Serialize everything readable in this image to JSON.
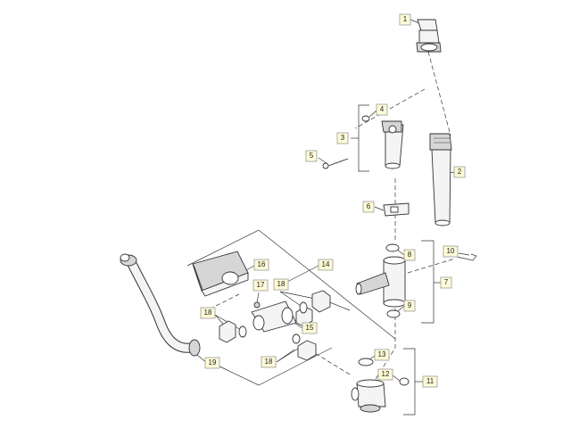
{
  "diagram": {
    "callouts": [
      {
        "id": "c1",
        "label": "1"
      },
      {
        "id": "c2",
        "label": "2"
      },
      {
        "id": "c3",
        "label": "3"
      },
      {
        "id": "c4",
        "label": "4"
      },
      {
        "id": "c5",
        "label": "5"
      },
      {
        "id": "c6",
        "label": "6"
      },
      {
        "id": "c7",
        "label": "7"
      },
      {
        "id": "c8",
        "label": "8"
      },
      {
        "id": "c9",
        "label": "9"
      },
      {
        "id": "c10",
        "label": "10"
      },
      {
        "id": "c11",
        "label": "11"
      },
      {
        "id": "c12",
        "label": "12"
      },
      {
        "id": "c13",
        "label": "13"
      },
      {
        "id": "c14",
        "label": "14"
      },
      {
        "id": "c15",
        "label": "15"
      },
      {
        "id": "c16",
        "label": "16"
      },
      {
        "id": "c17",
        "label": "17"
      },
      {
        "id": "c18a",
        "label": "18"
      },
      {
        "id": "c18b",
        "label": "18"
      },
      {
        "id": "c18c",
        "label": "18"
      },
      {
        "id": "c19",
        "label": "19"
      }
    ]
  }
}
